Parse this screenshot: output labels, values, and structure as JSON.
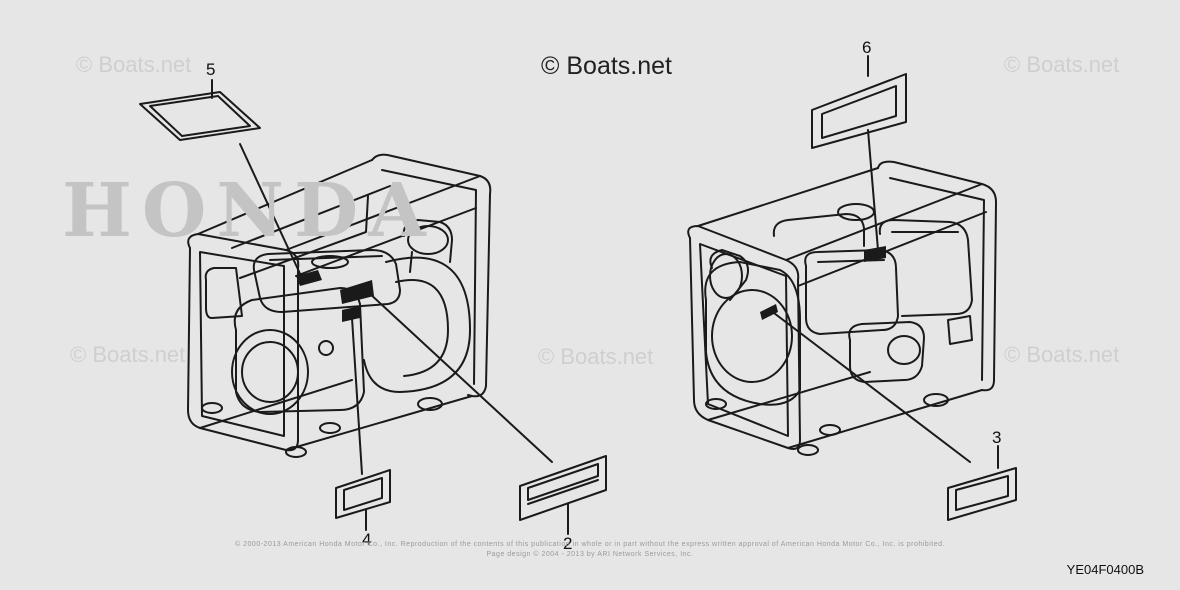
{
  "watermarks": {
    "main": "© Boats.net",
    "faint": "© Boats.net",
    "brand": "HONDA"
  },
  "callouts": {
    "c2": "2",
    "c3": "3",
    "c4": "4",
    "c5": "5",
    "c6": "6"
  },
  "footer": {
    "copyright_line1": "© 2000-2013 American Honda Motor Co., Inc. Reproduction of the contents of this publication in whole or in part without the express written approval of American Honda Motor Co., Inc. is prohibited.",
    "copyright_line2": "Page design © 2004 - 2013 by ARI Network Services, Inc.",
    "diagram_code": "YE04F0400B"
  },
  "colors": {
    "background": "#e6e6e6",
    "line": "#1a1a1a",
    "watermark": "#cfcfcf"
  }
}
